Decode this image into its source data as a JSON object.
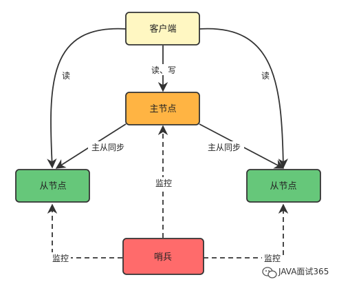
{
  "nodes": {
    "client": {
      "label": "客户端",
      "fill": "#FFF7C2"
    },
    "master": {
      "label": "主节点",
      "fill": "#FFB443"
    },
    "slave_left": {
      "label": "从节点",
      "fill": "#66C77A"
    },
    "slave_right": {
      "label": "从节点",
      "fill": "#66C77A"
    },
    "sentinel": {
      "label": "哨兵",
      "fill": "#FF6B6B"
    }
  },
  "edges": {
    "client_to_master": "读、写",
    "client_to_slave_left": "读",
    "client_to_slave_right": "读",
    "sync_left": "主从同步",
    "sync_right": "主从同步",
    "monitor_master": "监控",
    "monitor_left": "监控",
    "monitor_right": "监控"
  },
  "watermark": {
    "text": "JAVA面试365",
    "icon": "wechat-icon"
  },
  "colors": {
    "stroke": "#333333",
    "edge": "#333333"
  }
}
